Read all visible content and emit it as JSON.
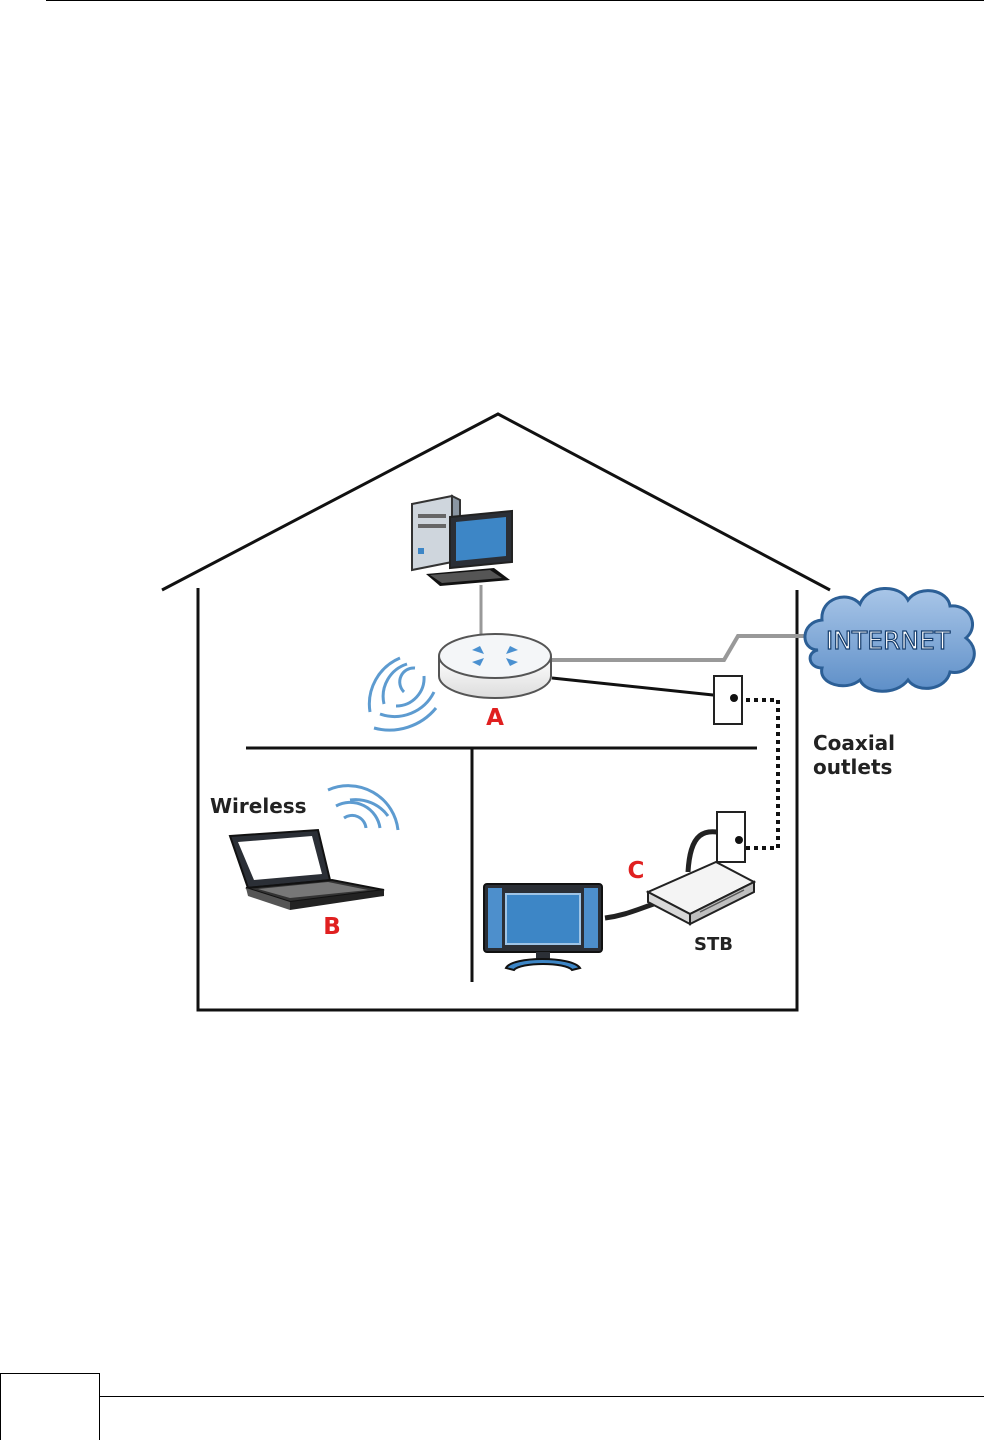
{
  "diagram": {
    "labels": {
      "router_callout": "A",
      "laptop_callout": "B",
      "stb_callout": "C",
      "wireless": "Wireless",
      "coaxial_line1": "Coaxial",
      "coaxial_line2": "outlets",
      "stb": "STB",
      "internet": "INTERNET"
    },
    "colors": {
      "callout": "#e02020",
      "wave": "#5d9bd0",
      "cloud": "#7fa9d6",
      "screen": "#3d86c6",
      "wire_gray": "#999999"
    },
    "icons": [
      "desktop-computer-icon",
      "router-icon",
      "laptop-icon",
      "tv-icon",
      "set-top-box-icon",
      "coax-outlet-icon",
      "cloud-icon"
    ]
  },
  "footer": {
    "page_number": ""
  }
}
